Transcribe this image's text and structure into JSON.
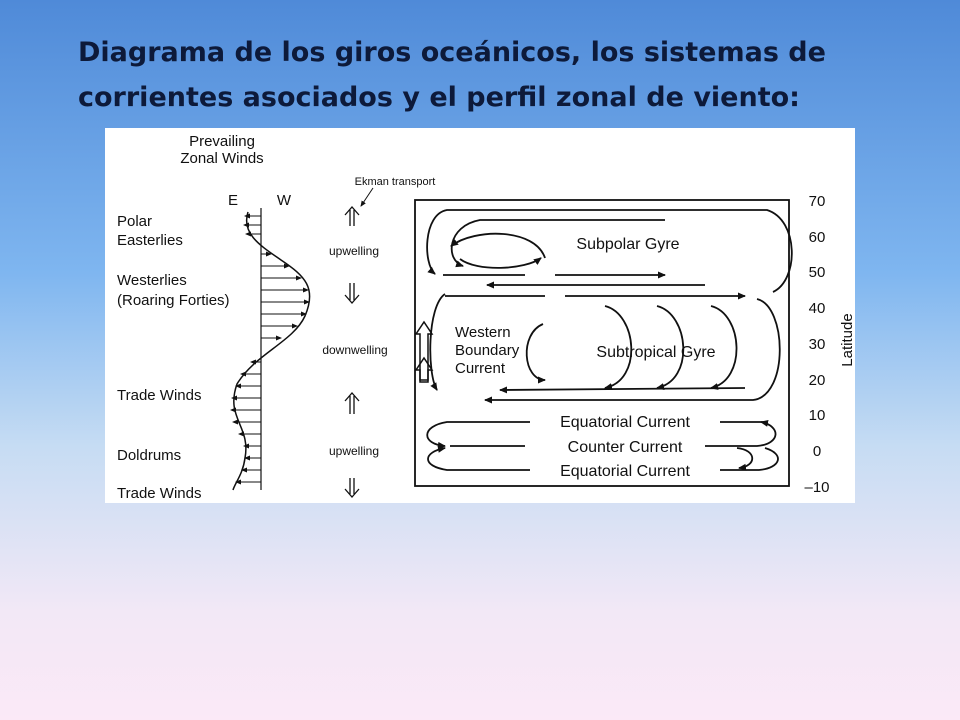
{
  "slide": {
    "title_line1": "Diagrama de los giros oceánicos, los sistemas de",
    "title_line2": "corrientes asociados y el perfil zonal de viento:"
  },
  "diagram": {
    "wind_profile": {
      "header_line1": "Prevailing",
      "header_line2": "Zonal Winds",
      "east_label": "E",
      "west_label": "W"
    },
    "wind_zones": [
      {
        "line1": "Polar",
        "line2": "Easterlies"
      },
      {
        "line1": "Westerlies",
        "line2": "(Roaring Forties)"
      },
      {
        "line1": "Trade Winds"
      },
      {
        "line1": "Doldrums"
      },
      {
        "line1": "Trade Winds"
      }
    ],
    "ekman": {
      "label": "Ekman transport",
      "labels": [
        "upwelling",
        "downwelling",
        "upwelling"
      ]
    },
    "gyres": {
      "subpolar": "Subpolar Gyre",
      "subtropical": "Subtropical Gyre",
      "western_boundary": [
        "Western",
        "Boundary",
        "Current"
      ],
      "equatorial_north": "Equatorial Current",
      "counter": "Counter Current",
      "equatorial_south": "Equatorial Current"
    },
    "latitude": {
      "axis_label": "Latitude",
      "ticks": [
        "70",
        "60",
        "50",
        "40",
        "30",
        "20",
        "10",
        "0",
        "–10"
      ]
    }
  }
}
